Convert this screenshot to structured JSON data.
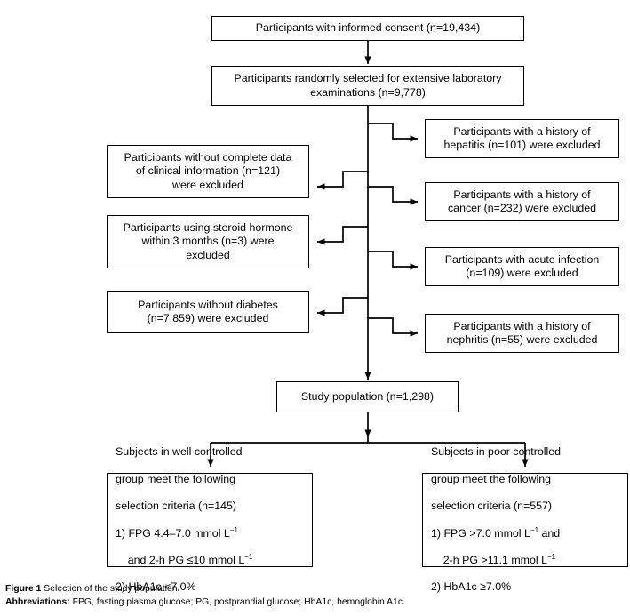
{
  "figure": {
    "caption_label": "Figure 1",
    "caption_text": " Selection of the study population.",
    "abbrev_label": "Abbreviations:",
    "abbrev_text": " FPG, fasting plasma glucose; PG, postprandial glucose; HbA1c, hemoglobin A1c."
  },
  "colors": {
    "border": "#000000",
    "background": "#ffffff",
    "text": "#000000"
  },
  "nodes": {
    "consent": "Participants with informed consent (n=19,434)",
    "randomly_selected": "Participants randomly selected for extensive laboratory\nexaminations (n=9,778)",
    "excl_clinical_data": "Participants without complete data\nof clinical information (n=121)\nwere excluded",
    "excl_steroid": "Participants using steroid hormone\nwithin 3 months (n=3) were\nexcluded",
    "excl_no_diabetes": "Participants without diabetes\n(n=7,859) were excluded",
    "excl_hepatitis": "Participants with a history of\nhepatitis (n=101) were excluded",
    "excl_cancer": "Participants with a history of\ncancer (n=232) were excluded",
    "excl_acute_infection": "Participants with acute infection\n(n=109) were excluded",
    "excl_nephritis": "Participants with a history of\nnephritis (n=55) were excluded",
    "study_population": "Study population (n=1,298)",
    "well_controlled_l1": "Subjects in well controlled",
    "well_controlled_l2": "group meet the following",
    "well_controlled_l3": "selection criteria (n=145)",
    "well_controlled_l4a": "1) FPG 4.4–7.0 mmol L",
    "well_controlled_l4b": "−1",
    "well_controlled_l5a": "    and 2-h PG ≤10 mmol L",
    "well_controlled_l5b": "−1",
    "well_controlled_l6": "2) HbA1c <7.0%",
    "poor_controlled_l1": "Subjects in poor controlled",
    "poor_controlled_l2": "group meet the following",
    "poor_controlled_l3": "selection criteria (n=557)",
    "poor_controlled_l4a": "1) FPG >7.0 mmol L",
    "poor_controlled_l4b": "−1",
    "poor_controlled_l4c": " and",
    "poor_controlled_l5a": "    2-h PG >11.1 mmol L",
    "poor_controlled_l5b": "−1",
    "poor_controlled_l6": "2) HbA1c ≥7.0%"
  },
  "chart_data": {
    "type": "flowchart",
    "title": "Selection of the study population",
    "stages": [
      {
        "id": "consent",
        "label": "Participants with informed consent",
        "n": 19434
      },
      {
        "id": "randomly_selected",
        "label": "Participants randomly selected for extensive laboratory examinations",
        "n": 9778
      },
      {
        "id": "study_population",
        "label": "Study population",
        "n": 1298
      }
    ],
    "exclusions": [
      {
        "id": "excl_hepatitis",
        "label": "Participants with a history of hepatitis were excluded",
        "n": 101,
        "side": "right"
      },
      {
        "id": "excl_clinical_data",
        "label": "Participants without complete data of clinical information were excluded",
        "n": 121,
        "side": "left"
      },
      {
        "id": "excl_cancer",
        "label": "Participants with a history of cancer were excluded",
        "n": 232,
        "side": "right"
      },
      {
        "id": "excl_steroid",
        "label": "Participants using steroid hormone within 3 months were excluded",
        "n": 3,
        "side": "left"
      },
      {
        "id": "excl_acute_infection",
        "label": "Participants with acute infection were excluded",
        "n": 109,
        "side": "right"
      },
      {
        "id": "excl_no_diabetes",
        "label": "Participants without diabetes were excluded",
        "n": 7859,
        "side": "left"
      },
      {
        "id": "excl_nephritis",
        "label": "Participants with a history of nephritis were excluded",
        "n": 55,
        "side": "right"
      }
    ],
    "groups": [
      {
        "id": "well_controlled",
        "label": "Subjects in well controlled group",
        "n": 145,
        "criteria": [
          "FPG 4.4–7.0 mmol L⁻¹ and 2-h PG ≤10 mmol L⁻¹",
          "HbA1c <7.0%"
        ]
      },
      {
        "id": "poor_controlled",
        "label": "Subjects in poor controlled group",
        "n": 557,
        "criteria": [
          "FPG >7.0 mmol L⁻¹ and 2-h PG >11.1 mmol L⁻¹",
          "HbA1c ≥7.0%"
        ]
      }
    ]
  }
}
